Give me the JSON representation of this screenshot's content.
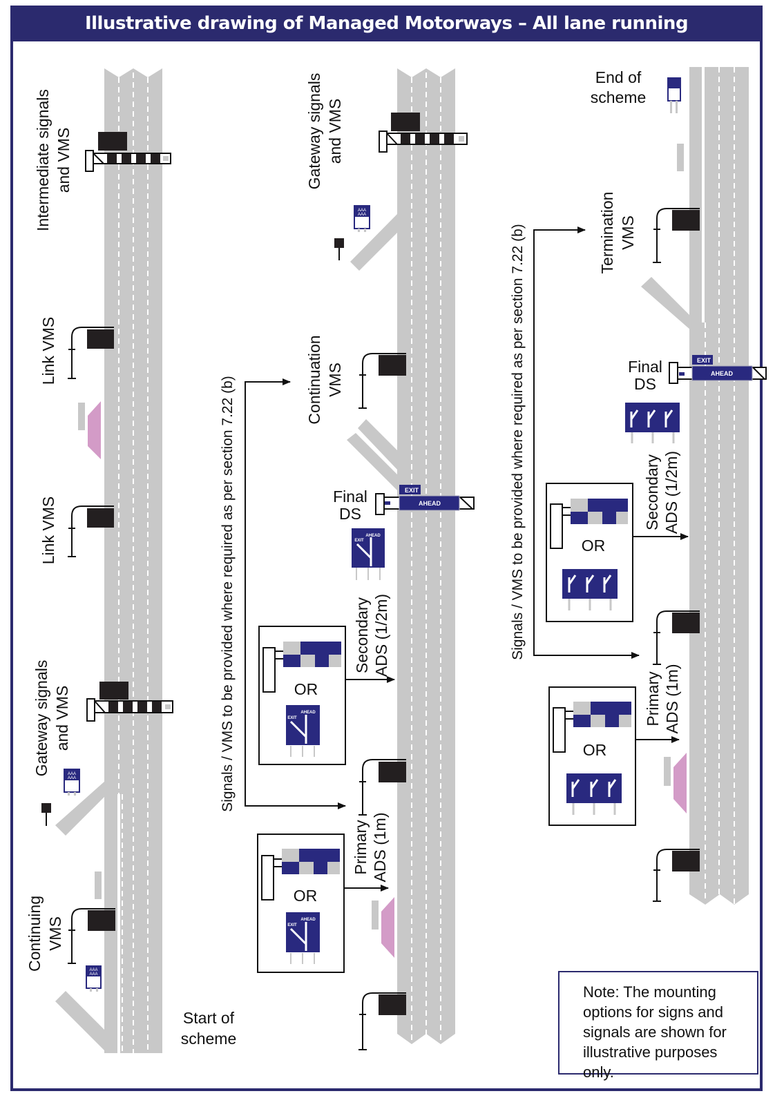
{
  "title": "Illustrative drawing of Managed Motorways  – All lane running",
  "colors": {
    "brand_navy": "#2b2a6e",
    "sign_blue": "#29297f",
    "road_grey": "#c8c8c8",
    "gantry_black": "#231f20",
    "pink_marker": "#d39bc7"
  },
  "column1": {
    "intermediate_label_line1": "Intermediate signals",
    "intermediate_label_line2": "and VMS",
    "link_vms_1": "Link VMS",
    "link_vms_2": "Link VMS",
    "gateway_label_line1": "Gateway signals",
    "gateway_label_line2": "and VMS",
    "continuing_label_line1": "Continuing",
    "continuing_label_line2": "VMS",
    "start_line1": "Start of",
    "start_line2": "scheme",
    "sign_text": "AAA"
  },
  "column2": {
    "gateway_label_line1": "Gateway signals",
    "gateway_label_line2": "and VMS",
    "continuation_label_line1": "Continuation",
    "continuation_label_line2": "VMS",
    "final_ds_line1": "Final",
    "final_ds_line2": "DS",
    "exit_text": "EXIT",
    "ahead_text": "AHEAD",
    "secondary_line1": "Secondary",
    "secondary_line2": "ADS (1/2m)",
    "primary_line1": "Primary",
    "primary_line2": "ADS (1m)",
    "or_text": "OR",
    "bracket_note": "Signals / VMS to be provided where required as per section 7.22 (b)",
    "sign_text": "AAA"
  },
  "column3": {
    "end_line1": "End of",
    "end_line2": "scheme",
    "termination_line1": "Termination",
    "termination_line2": "VMS",
    "final_ds_line1": "Final",
    "final_ds_line2": "DS",
    "exit_text": "EXIT",
    "ahead_text": "AHEAD",
    "secondary_line1": "Secondary",
    "secondary_line2": "ADS (1/2m)",
    "primary_line1": "Primary",
    "primary_line2": "ADS (1m)",
    "or_text": "OR",
    "bracket_note": "Signals / VMS to be provided where required as per section 7.22 (b)"
  },
  "note": "Note: The mounting options for signs and signals are shown for illustrative purposes only."
}
